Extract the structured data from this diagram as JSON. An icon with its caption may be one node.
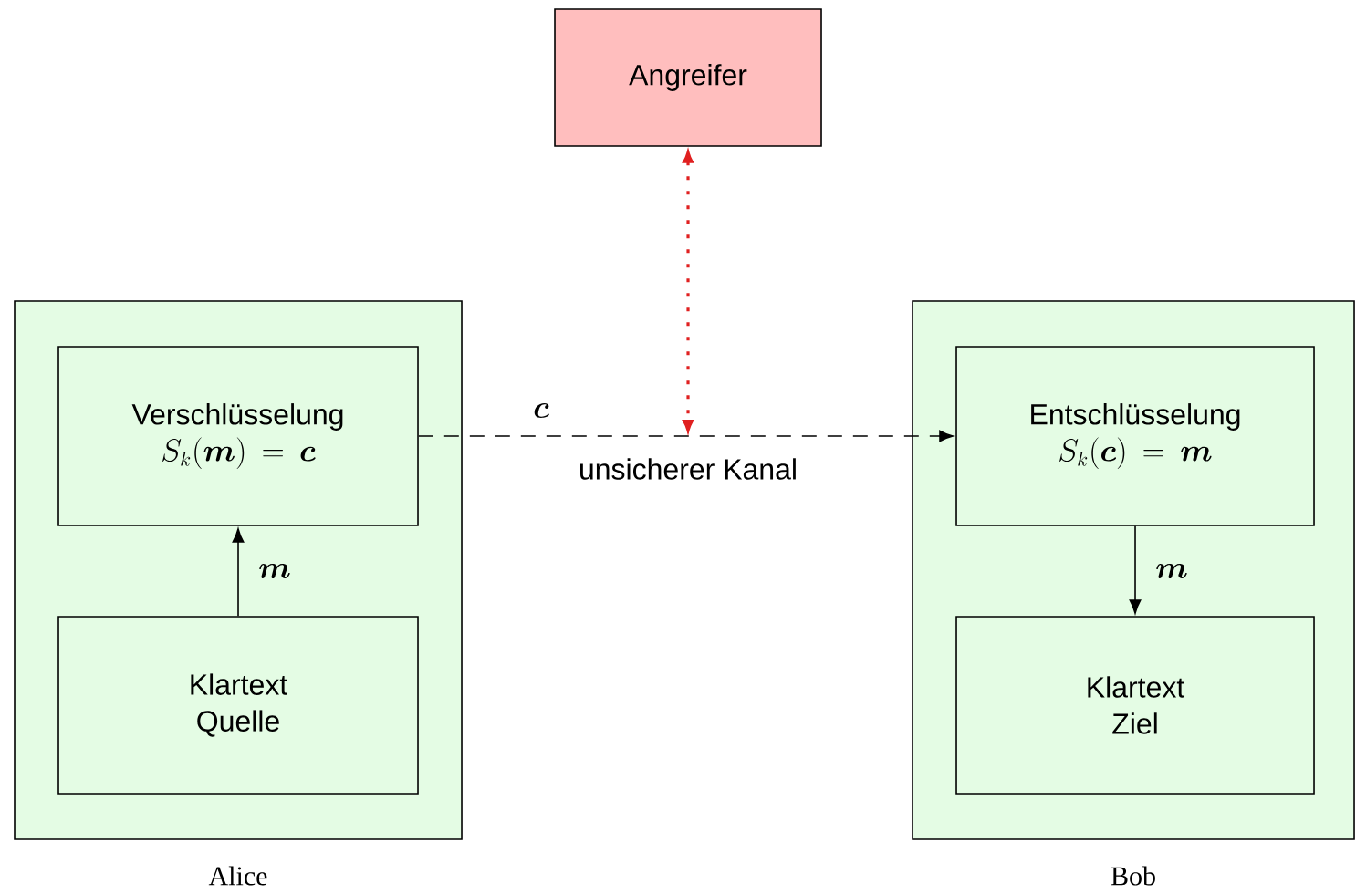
{
  "diagram": {
    "nodes": [
      {
        "text": [],
        "shape": "box",
        "beside": [
          "Alice"
        ]
      },
      {
        "text": [
          "Verschlüsselung",
          "S_k(\\boldsymbol{m}) = \\boldsymbol{c}"
        ],
        "in": 0
      },
      {
        "text": [
          "Klartext Quelle"
        ],
        "in": 0
      },
      {
        "text": [
          "Angreifer"
        ]
      },
      {
        "text": [],
        "shape": "box",
        "beside": [
          "Bob"
        ]
      },
      {
        "text": [
          "Entschlüsselung",
          "S_k(\\boldsymbol{c}) = \\boldsymbol{m}"
        ],
        "in": 4
      },
      {
        "text": [
          "Klartext Ziel"
        ],
        "in": 4
      }
    ],
    "edges": [
      {
        "from": 2,
        "to": 1,
        "arrow": "to",
        "label": "\\boldsymbol{m}"
      },
      {
        "from": 1,
        "to": 5,
        "arrow": "to",
        "label": "\\boldsymbol{c}",
        "style": "dashed"
      },
      {
        "from": 5,
        "to": 6,
        "arrow": "to",
        "label": "\\boldsymbol{m}"
      },
      {
        "from": 3,
        "to": null,
        "arrow": "both",
        "style": "dashed",
        "color": "#e02020"
      }
    ],
    "labels": [
      "unsicherer Kanal"
    ]
  }
}
